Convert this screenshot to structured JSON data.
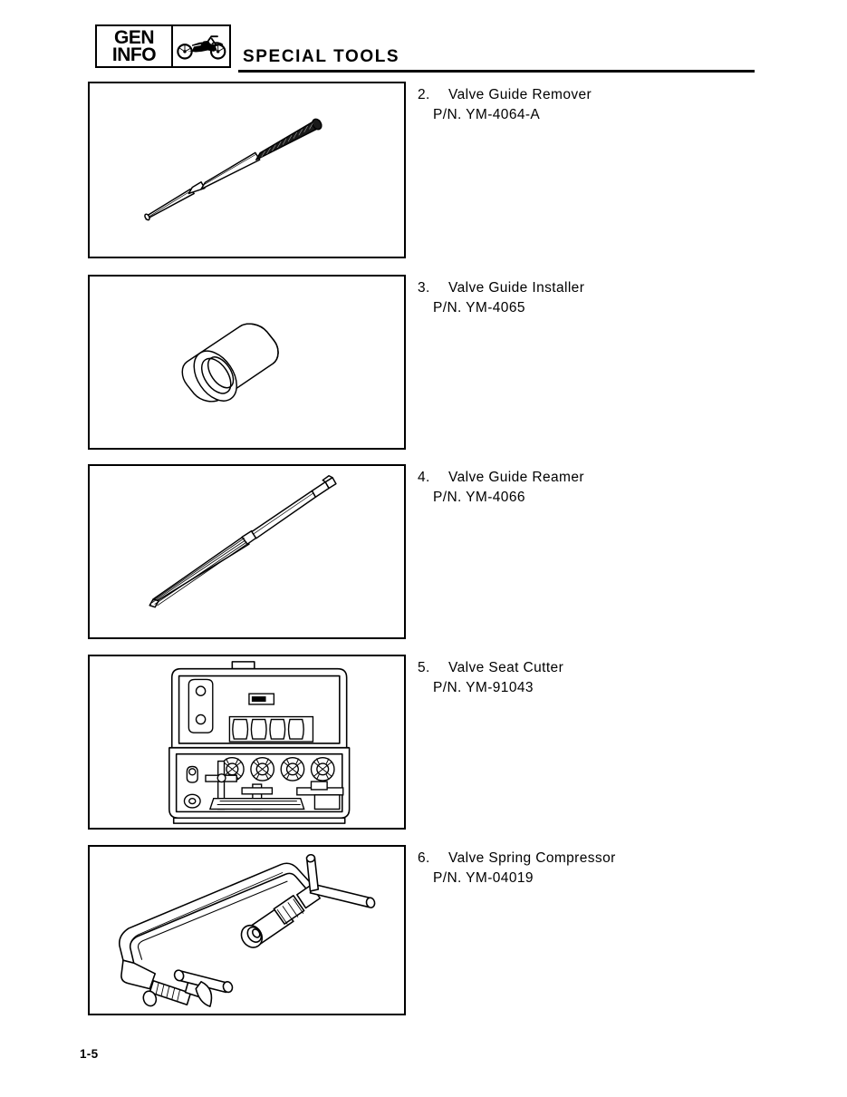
{
  "header": {
    "manual_tab_line1": "GEN",
    "manual_tab_line2": "INFO",
    "motorcycle_icon": "motorcycle-icon",
    "section_title": "SPECIAL TOOLS"
  },
  "tools": [
    {
      "number": "2.",
      "name": "Valve Guide Remover",
      "part_number": "P/N. YM-4064-A",
      "figure": "valve-guide-remover-drift-punch"
    },
    {
      "number": "3.",
      "name": "Valve Guide Installer",
      "part_number": "P/N. YM-4065",
      "figure": "valve-guide-installer-sleeve"
    },
    {
      "number": "4.",
      "name": "Valve Guide Reamer",
      "part_number": "P/N. YM-4066",
      "figure": "valve-guide-reamer-fluted-shaft"
    },
    {
      "number": "5.",
      "name": "Valve Seat Cutter",
      "part_number": "P/N. YM-91043",
      "figure": "valve-seat-cutter-tool-case"
    },
    {
      "number": "6.",
      "name": "Valve Spring Compressor",
      "part_number": "P/N. YM-04019",
      "figure": "valve-spring-compressor-c-clamp"
    }
  ],
  "footer": {
    "page_number": "1-5"
  },
  "colors": {
    "ink": "#000000",
    "paper": "#ffffff"
  }
}
